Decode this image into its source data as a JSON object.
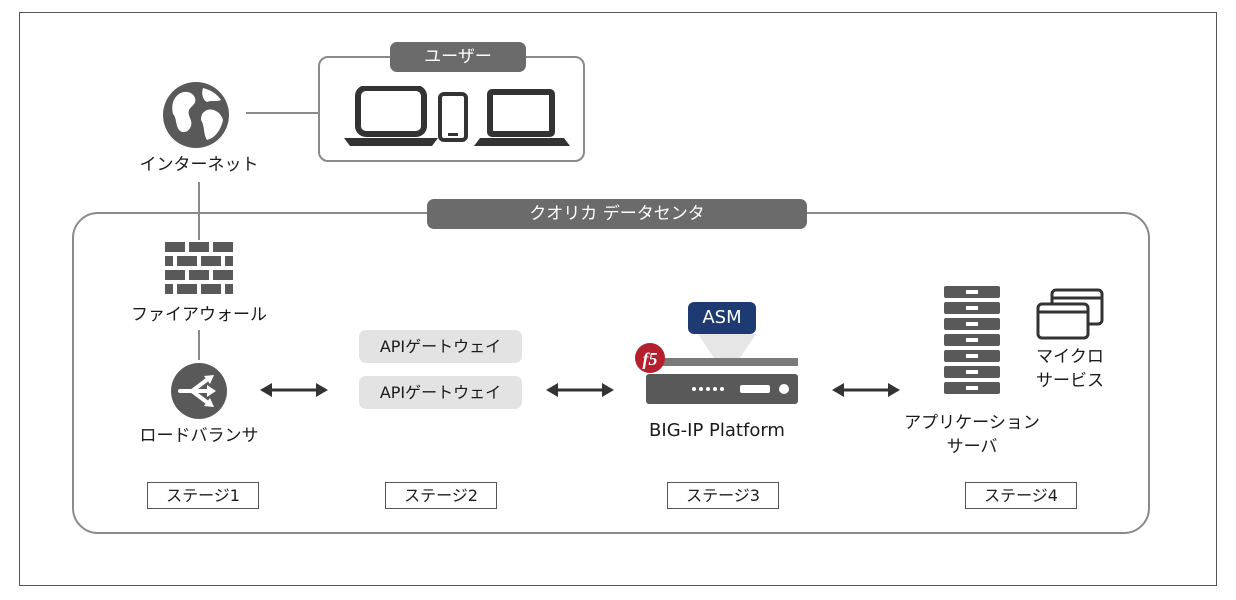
{
  "users": {
    "label": "ユーザー"
  },
  "internet": {
    "label": "インターネット"
  },
  "datacenter": {
    "label": "クオリカ データセンタ"
  },
  "firewall": {
    "label": "ファイアウォール"
  },
  "load_balancer": {
    "label": "ロードバランサ"
  },
  "api_gateways": [
    "APIゲートウェイ",
    "APIゲートウェイ"
  ],
  "bigip": {
    "label": "BIG-IP Platform",
    "module": "ASM",
    "logo": "f5"
  },
  "app_server": {
    "line1": "アプリケーション",
    "line2": "サーバ"
  },
  "microservices": {
    "line1": "マイクロ",
    "line2": "サービス"
  },
  "stages": [
    "ステージ1",
    "ステージ2",
    "ステージ3",
    "ステージ4"
  ],
  "colors": {
    "icon": "#595959",
    "pill": "#6b6b6b",
    "gateway": "#e3e3e3",
    "asm": "#1d3b72",
    "f5": "#b5202e"
  }
}
